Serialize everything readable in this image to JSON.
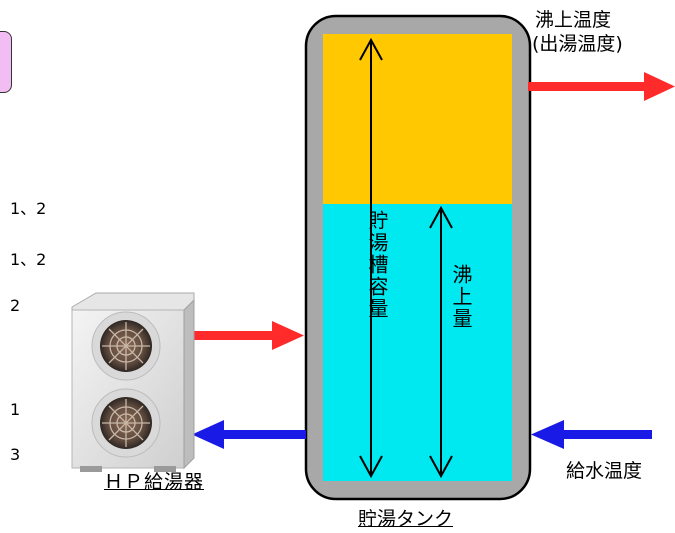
{
  "left_labels": [
    "1、2",
    "1、2",
    "2",
    "1",
    "3"
  ],
  "tank": {
    "caption": "貯湯タンク",
    "capacity_label": "貯湯槽容量",
    "boiled_label": "沸上量",
    "hot_color": "#ffc800",
    "cold_color": "#00e8f0"
  },
  "heat_pump": {
    "caption": "ＨＰ給湯器"
  },
  "outlet": {
    "line1": "沸上温度",
    "line2": "(出湯温度)"
  },
  "inlet": {
    "label": "給水温度"
  },
  "colors": {
    "hot_arrow": "#ff2a2a",
    "cold_arrow": "#1a1ae6"
  }
}
